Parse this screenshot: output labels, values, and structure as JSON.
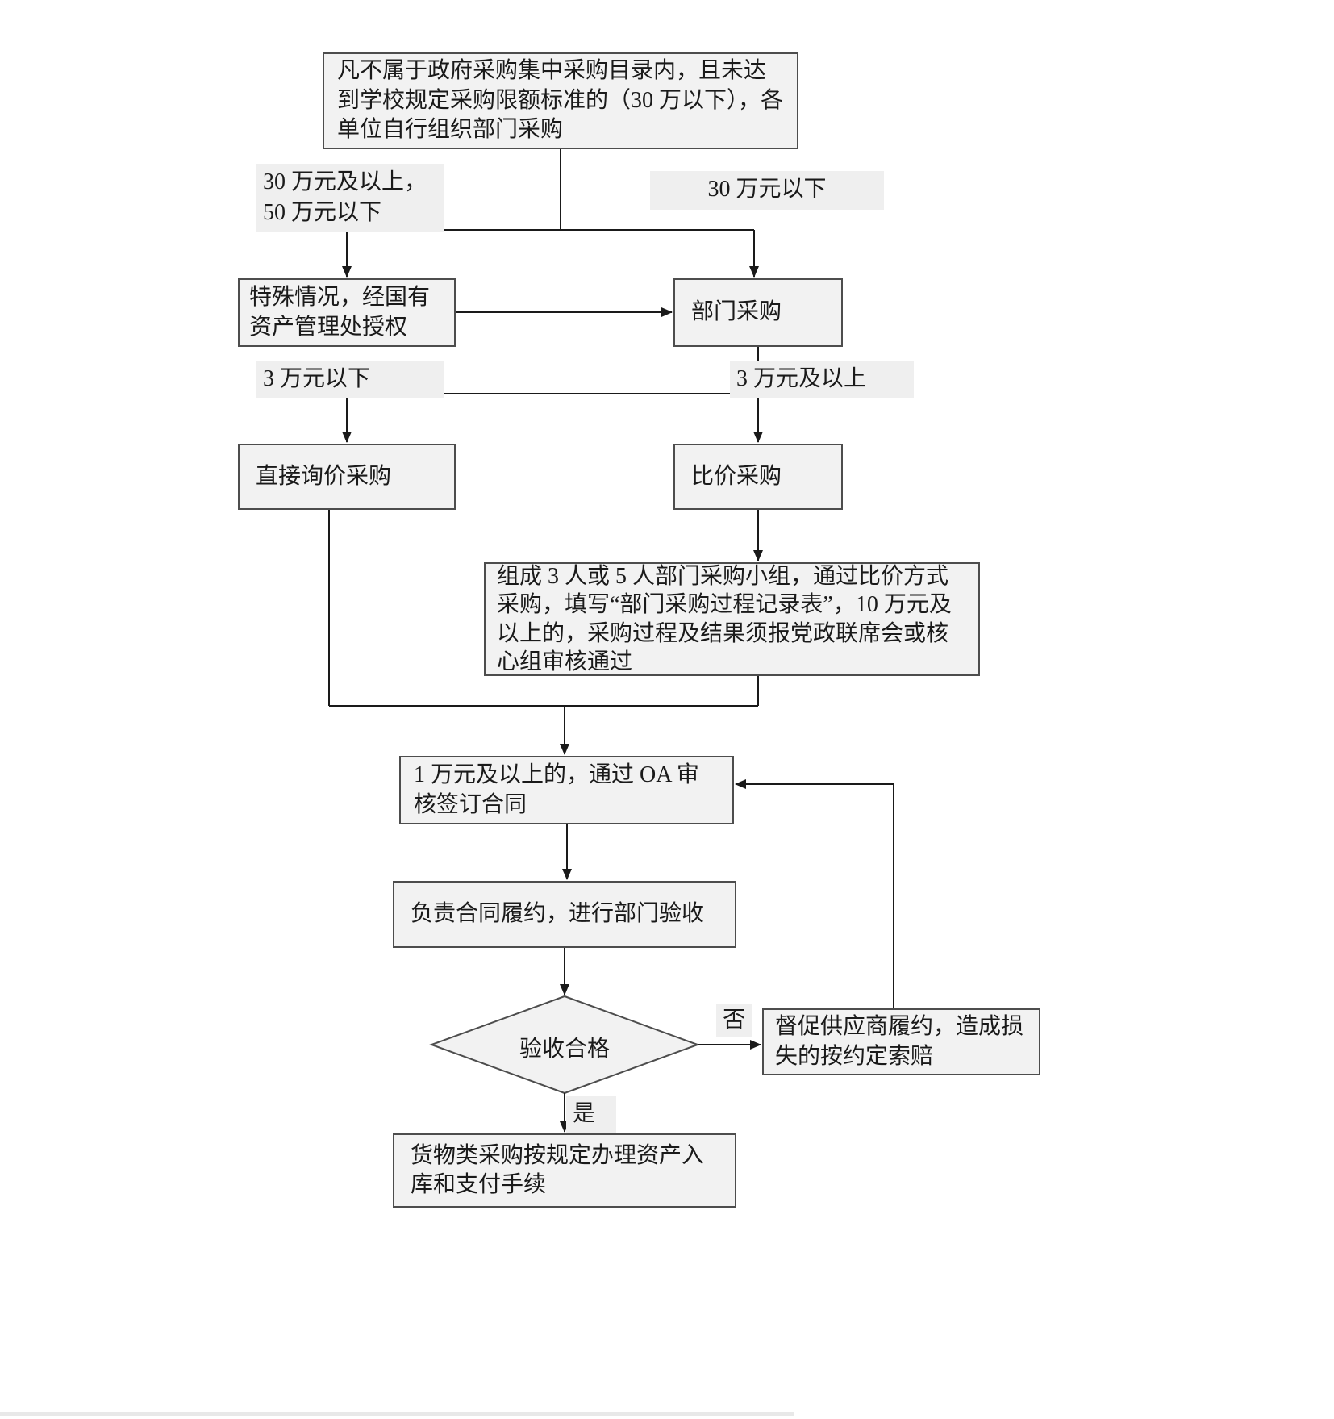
{
  "nodes": {
    "start": "凡不属于政府采购集中采购目录内，且未达到学校规定采购限额标准的（30 万以下），各单位自行组织部门采购",
    "special": "特殊情况，经国有资产管理处授权",
    "dept": "部门采购",
    "direct": "直接询价采购",
    "compare": "比价采购",
    "group": "组成 3 人或 5 人部门采购小组，通过比价方式采购，填写“部门采购过程记录表”，10 万元及以上的，采购过程及结果须报党政联席会或核心组审核通过",
    "contract": "1 万元及以上的，通过 OA 审核签订合同",
    "fulfill": "负责合同履约，进行部门验收",
    "check": "验收合格",
    "urge": "督促供应商履约，造成损失的按约定索赔",
    "final": "货物类采购按规定办理资产入库和支付手续"
  },
  "labels": {
    "left_top": "30 万元及以上，50 万元以下",
    "right_top": "30 万元以下",
    "left_mid": "3 万元以下",
    "right_mid": "3 万元及以上",
    "no": "否",
    "yes": "是"
  },
  "colors": {
    "box_fill": "#f2f2f2",
    "box_border": "#4d4d4d",
    "label_fill": "#efefef",
    "line": "#1a1a1a"
  }
}
